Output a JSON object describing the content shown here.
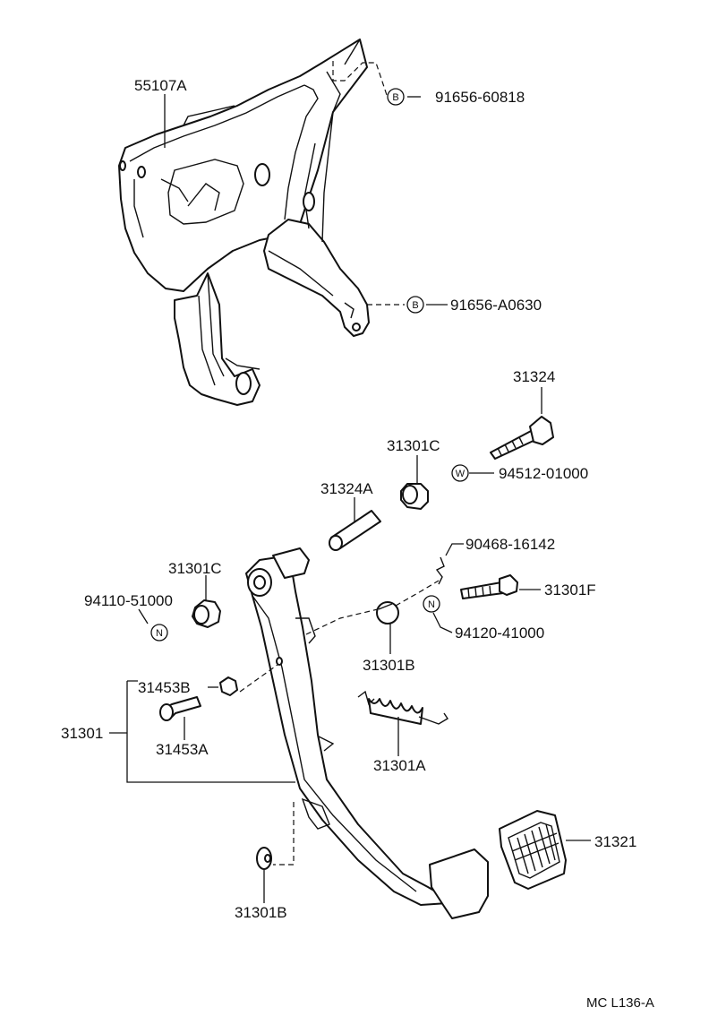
{
  "labels": {
    "p55107a": "55107A",
    "p91656_60818": "91656-60818",
    "p91656_a0630": "91656-A0630",
    "p31324": "31324",
    "p31301c_top": "31301C",
    "p94512_01000": "94512-01000",
    "p31324a": "31324A",
    "p90468_16142": "90468-16142",
    "p31301c_left": "31301C",
    "p31301f": "31301F",
    "p94110_51000": "94110-51000",
    "p94120_41000": "94120-41000",
    "p31301b_mid": "31301B",
    "p31453b": "31453B",
    "p31301": "31301",
    "p31453a": "31453A",
    "p31301a": "31301A",
    "p31321": "31321",
    "p31301b_bottom": "31301B"
  },
  "markers": {
    "b1": "B",
    "b2": "B",
    "w": "W",
    "n1": "N",
    "n2": "N"
  },
  "footer": "MC L136-A"
}
